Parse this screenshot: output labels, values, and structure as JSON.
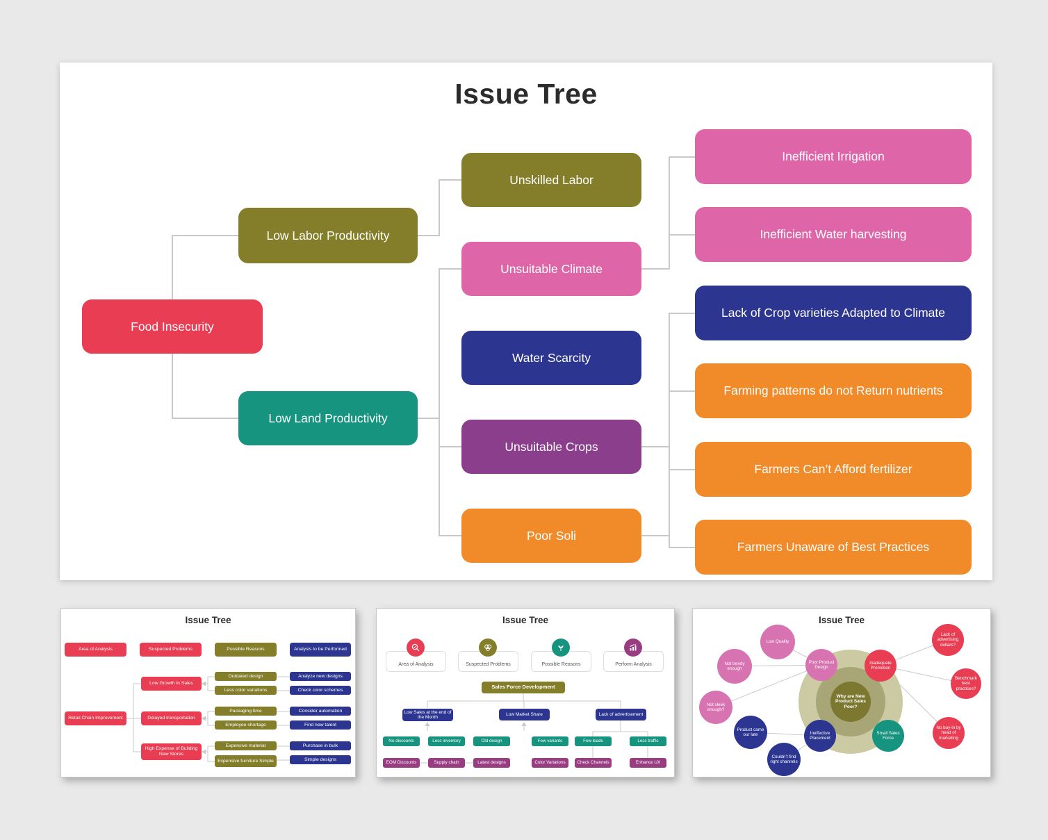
{
  "colors": {
    "page_bg": "#E9E9E9",
    "slide_bg": "#FFFFFF",
    "title": "#2B2B2B",
    "connector": "#C9C9C9",
    "card_border": "#DEDEDE",
    "card_text": "#555555",
    "red": "#E83D52",
    "olive": "#847E2B",
    "pink": "#DE66A8",
    "blue": "#2C3690",
    "teal": "#16947F",
    "purple": "#8B3E8C",
    "orange": "#F18A28",
    "thumb_pink": "#D873B2",
    "thumb_purple": "#993C82",
    "ring_outer": "#CBCAA3",
    "ring_mid": "#A8A677",
    "ring_inner": "#7D7830"
  },
  "main_slide": {
    "title": "Issue Tree",
    "nodes": {
      "food": "Food Insecurity",
      "low_labor": "Low Labor Productivity",
      "low_land": "Low Land Productivity",
      "unskilled": "Unskilled Labor",
      "climate": "Unsuitable Climate",
      "water": "Water Scarcity",
      "crops": "Unsuitable Crops",
      "soil": "Poor Soli",
      "irrigation": "Inefficient Irrigation",
      "harvesting": "Inefficient Water harvesting",
      "varieties": "Lack of Crop varieties Adapted to Climate",
      "patterns": "Farming patterns do not Return nutrients",
      "fertilizer": "Farmers Can’t Afford fertilizer",
      "practices": "Farmers Unaware of Best Practices"
    }
  },
  "thumbs": {
    "retail": {
      "title": "Issue Tree",
      "headers": [
        "Area of Analysis",
        "Suspected Problems",
        "Possible Reasons",
        "Analysis to be Performed"
      ],
      "root": "Retail Chain Improvement",
      "problems": [
        "Low Growth In Sales",
        "Delayed transportation",
        "High Expense of Building New Stores"
      ],
      "reasons": [
        "Outdated design",
        "Less color variations",
        "Packaging time",
        "Employee shortage",
        "Expensive material",
        "Expensive furniture Simple"
      ],
      "actions": [
        "Analyze new designs",
        "Check color schemes",
        "Consider automation",
        "Find new talent",
        "Purchase in bulk",
        "Simple designs"
      ]
    },
    "sales": {
      "title": "Issue Tree",
      "cards": [
        {
          "label": "Area of Analysis",
          "icon": "magnifier"
        },
        {
          "label": "Suspected Problems",
          "icon": "brain"
        },
        {
          "label": "Possible Reasons",
          "icon": "plant"
        },
        {
          "label": "Perform Analysis",
          "icon": "bar-chart"
        }
      ],
      "banner": "Sales Force Development",
      "problems": [
        "Low Sales at the end of the Month",
        "Low Market Share",
        "Lack of advertisement"
      ],
      "reasons": [
        "No discounts",
        "Less inventory",
        "Old design",
        "Few variants",
        "Few leads",
        "Less traffic"
      ],
      "actions": [
        "EOM Discounts",
        "Supply chain",
        "Latest designs",
        "Color Variations",
        "Check Channels",
        "Enhance UX"
      ]
    },
    "bubble": {
      "title": "Issue Tree",
      "center": "Why are New Product Sales Poor?",
      "pink": [
        "Low Quality",
        "Not trendy enough",
        "Not sleek enough?",
        "Poor Product Design"
      ],
      "red": [
        "Inadequate Promotion",
        "Lack of advertising dollars?",
        "Benchmark best practices?",
        "No buy-in by head of marketing"
      ],
      "blue": [
        "Product came our late",
        "Couldn’t find right channels",
        "Ineffective Placement"
      ],
      "teal": [
        "Small Sales Force"
      ]
    }
  }
}
